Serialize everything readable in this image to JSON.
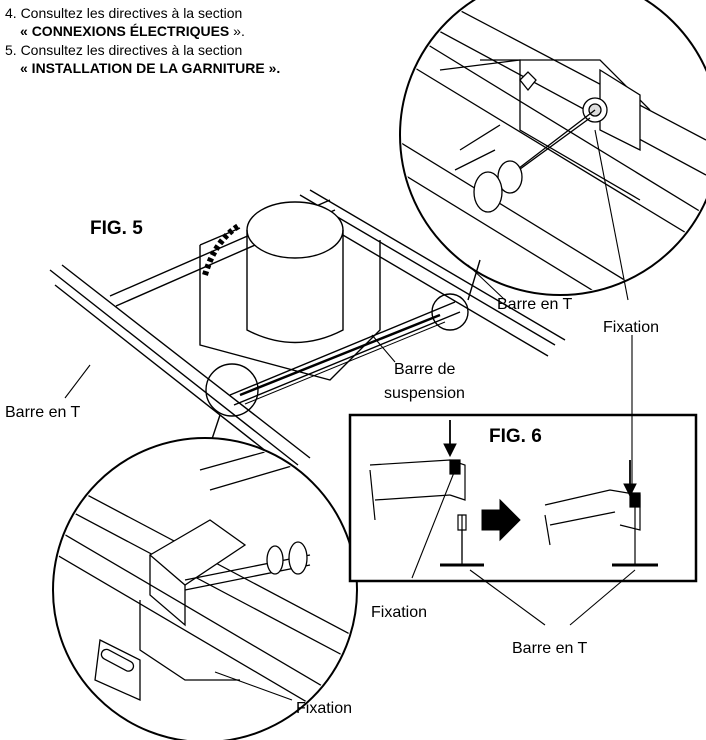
{
  "instructions": {
    "step4_line1": "4. Consultez les directives à la section",
    "step4_line2_prefix": "« ",
    "step4_line2_bold": "CONNEXIONS ÉLECTRIQUES",
    "step4_line2_suffix": " ».",
    "step5_line1": "5. Consultez les directives à la section",
    "step5_line2": "« INSTALLATION DE LA GARNITURE »."
  },
  "figure5": {
    "title": "FIG. 5",
    "label_tbar_right": "Barre en T",
    "label_fixation_right": "Fixation",
    "label_suspension_line1": "Barre de",
    "label_suspension_line2": "suspension",
    "label_tbar_left": "Barre en T",
    "label_fixation_bottom": "Fixation"
  },
  "figure6": {
    "title": "FIG. 6",
    "label_fixation": "Fixation",
    "label_tbar": "Barre en T"
  }
}
